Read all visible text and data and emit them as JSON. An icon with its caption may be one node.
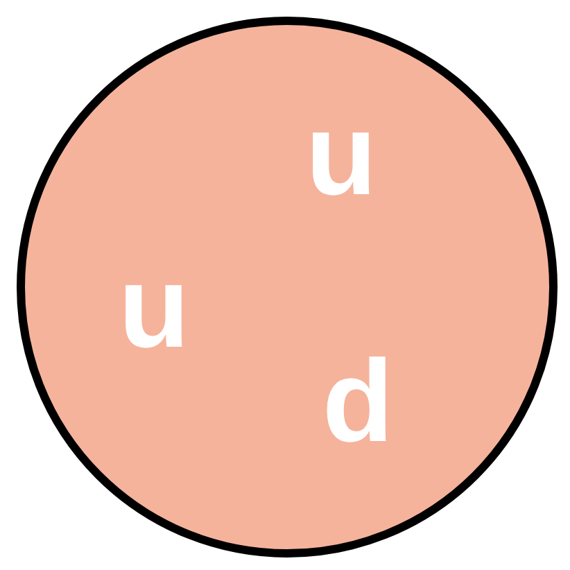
{
  "diagram": {
    "nodes": [
      {
        "text": [
          "u",
          "u",
          "d"
        ]
      }
    ]
  }
}
